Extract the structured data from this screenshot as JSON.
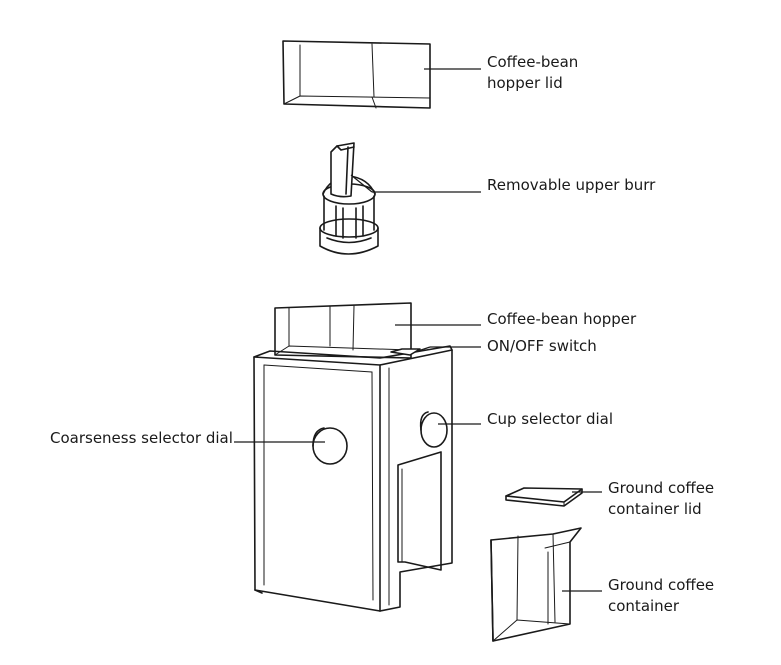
{
  "labels": {
    "hopper_lid": [
      "Coffee-bean",
      "hopper lid"
    ],
    "upper_burr": [
      "Removable upper burr"
    ],
    "hopper": [
      "Coffee-bean hopper"
    ],
    "on_off_switch": [
      "ON/OFF switch"
    ],
    "cup_dial": [
      "Cup selector dial"
    ],
    "coarseness_dial": [
      "Coarseness selector dial"
    ],
    "container_lid": [
      "Ground coffee",
      "container lid"
    ],
    "container": [
      "Ground coffee",
      "container"
    ]
  },
  "colors": {
    "line": "#1a1a1a",
    "background": "#ffffff"
  }
}
